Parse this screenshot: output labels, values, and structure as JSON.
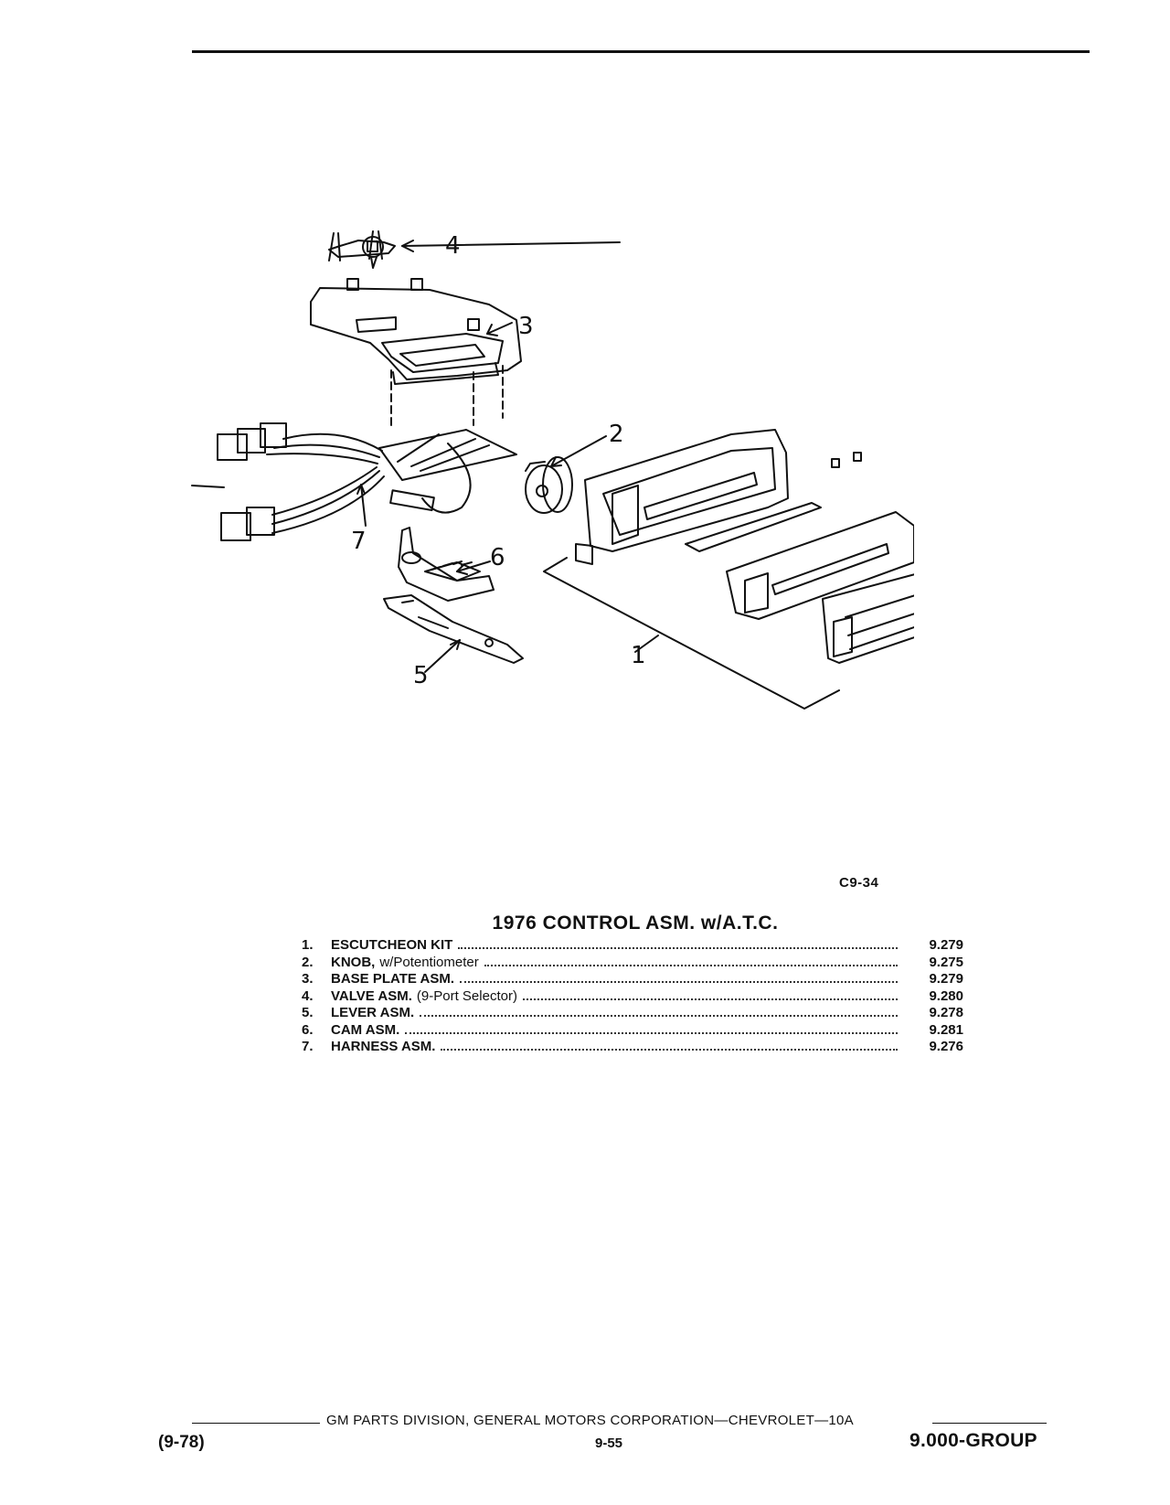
{
  "figure": {
    "code": "C9-34",
    "callouts": [
      "1",
      "2",
      "3",
      "4",
      "5",
      "6",
      "7"
    ]
  },
  "catalog": {
    "title": "1976 CONTROL ASM. w/A.T.C.",
    "items": [
      {
        "num": "1.",
        "name": "ESCUTCHEON KIT",
        "note": "",
        "group": "9.279"
      },
      {
        "num": "2.",
        "name": "KNOB,",
        "note": "w/Potentiometer",
        "group": "9.275"
      },
      {
        "num": "3.",
        "name": "BASE PLATE ASM.",
        "note": "",
        "group": "9.279"
      },
      {
        "num": "4.",
        "name": "VALVE ASM.",
        "note": "(9-Port Selector)",
        "group": "9.280"
      },
      {
        "num": "5.",
        "name": "LEVER ASM.",
        "note": "",
        "group": "9.278"
      },
      {
        "num": "6.",
        "name": "CAM ASM.",
        "note": "",
        "group": "9.281"
      },
      {
        "num": "7.",
        "name": "HARNESS ASM.",
        "note": "",
        "group": "9.276"
      }
    ]
  },
  "footer": {
    "credit": "GM PARTS DIVISION, GENERAL MOTORS CORPORATION—CHEVROLET—10A",
    "date": "(9-78)",
    "page": "9-55",
    "group": "9.000-GROUP"
  }
}
